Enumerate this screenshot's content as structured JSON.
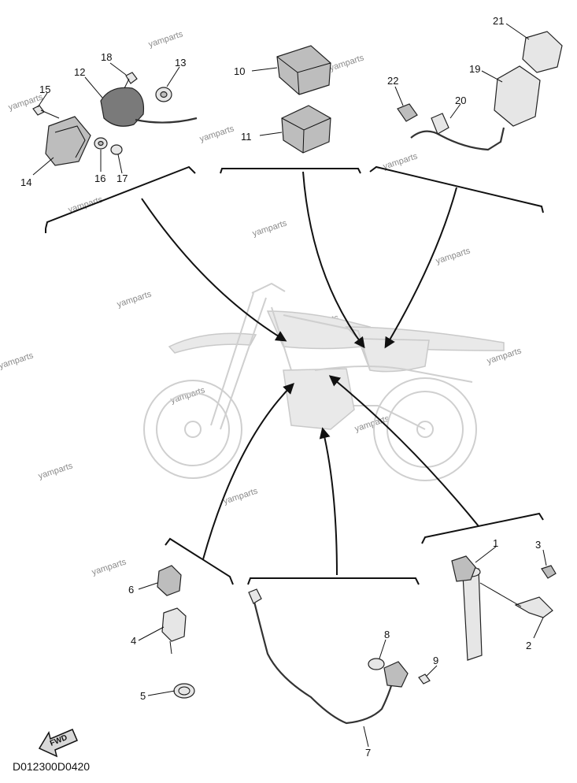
{
  "diagram": {
    "id_label": "D012300D0420",
    "fwd_label": "FWD",
    "watermark": "yamparts",
    "callouts": [
      "1",
      "2",
      "3",
      "4",
      "5",
      "6",
      "7",
      "8",
      "9",
      "10",
      "11",
      "12",
      "13",
      "14",
      "15",
      "16",
      "17",
      "18",
      "19",
      "20",
      "21",
      "22"
    ]
  }
}
